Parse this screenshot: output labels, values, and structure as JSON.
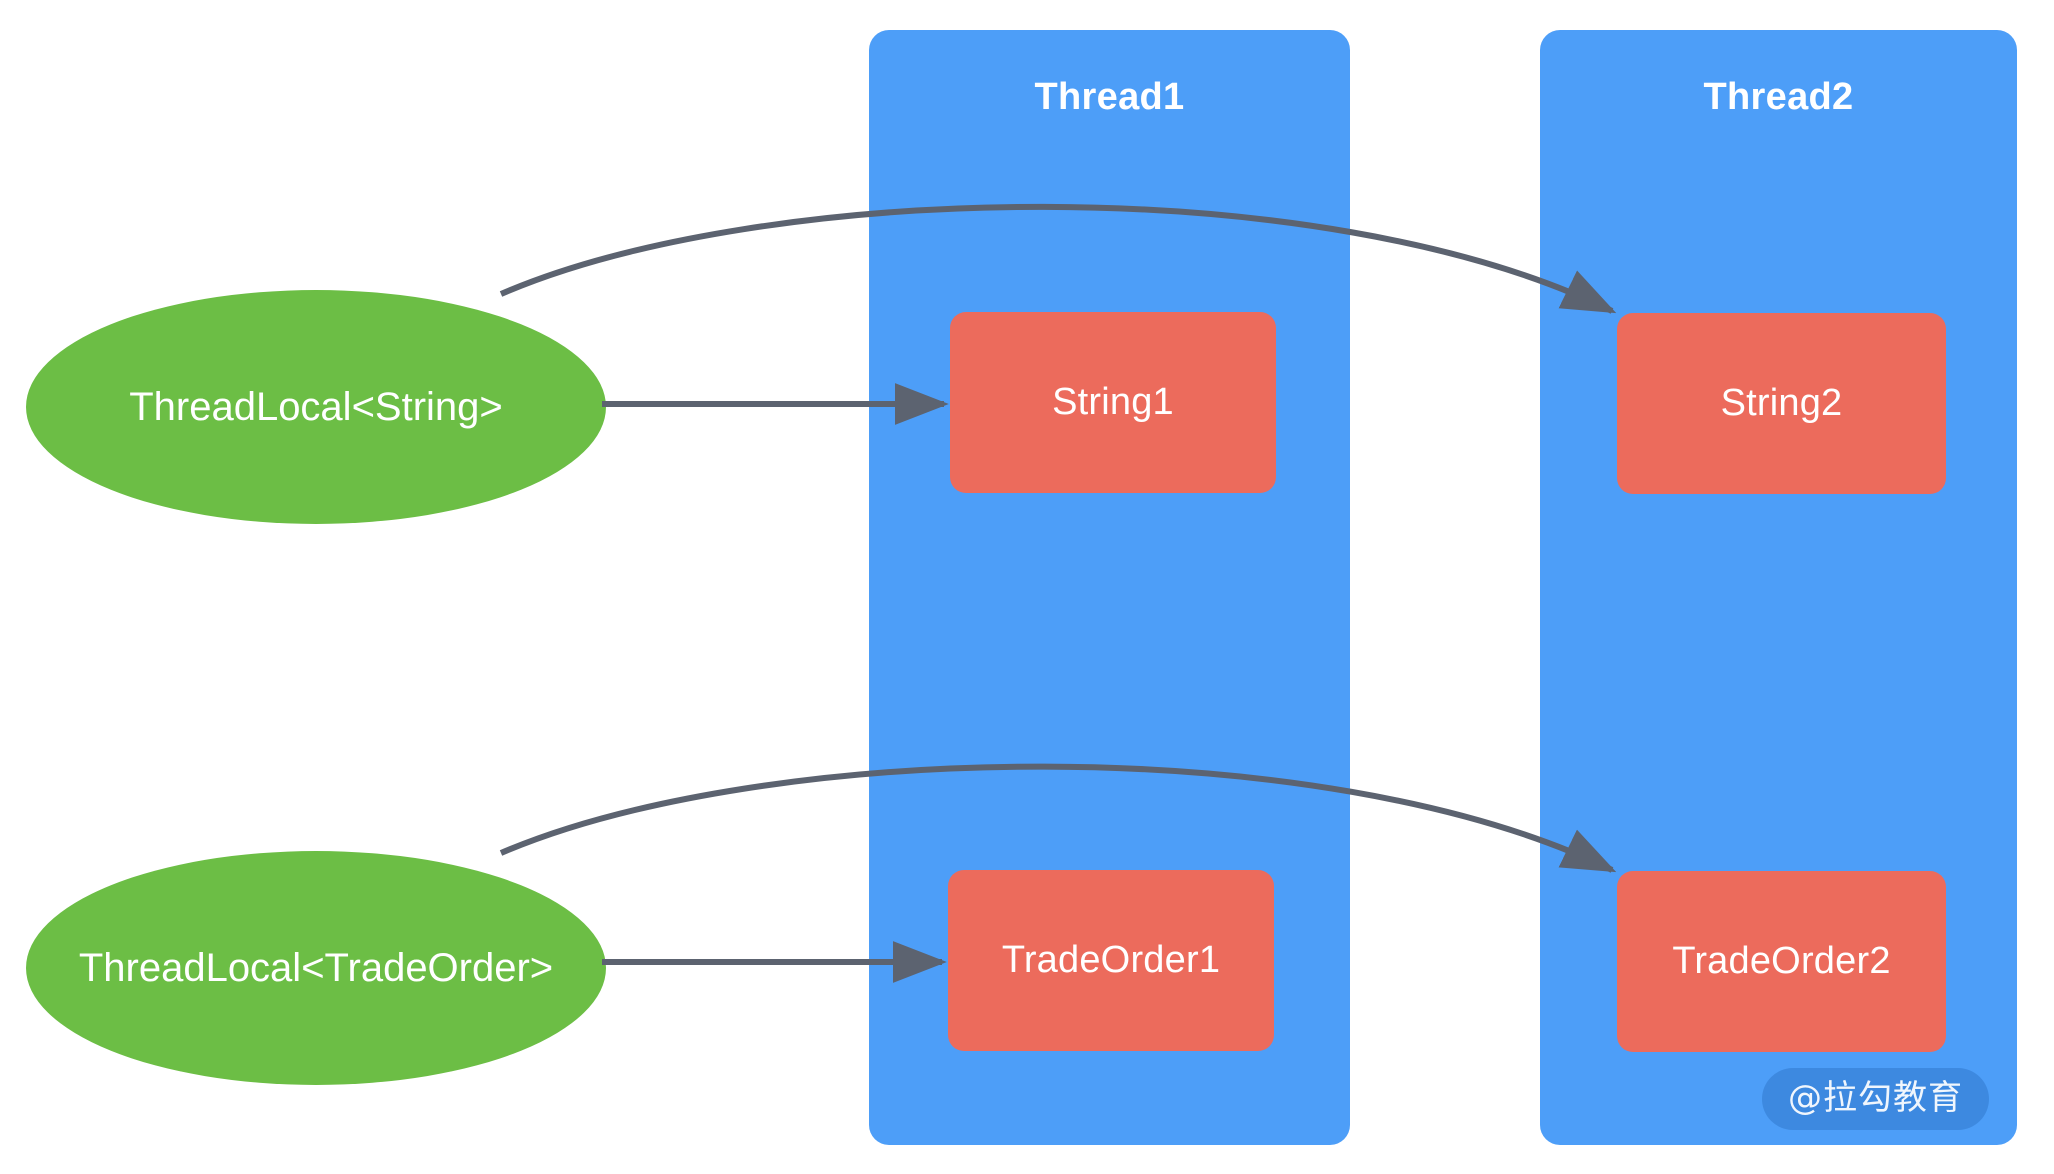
{
  "diagram": {
    "title": "ThreadLocal per-thread value isolation",
    "background": "#ffffff",
    "colors": {
      "thread_column": "#4d9ef8",
      "value_box": "#ec6b5c",
      "threadlocal_ellipse": "#6cbe45",
      "arrow": "#5c6370",
      "label_text": "#ffffff"
    }
  },
  "threads": [
    {
      "id": "thread1",
      "label": "Thread1"
    },
    {
      "id": "thread2",
      "label": "Thread2"
    }
  ],
  "threadlocals": [
    {
      "id": "tl-string",
      "label": "ThreadLocal<String>"
    },
    {
      "id": "tl-tradeorder",
      "label": "ThreadLocal<TradeOrder>"
    }
  ],
  "values": [
    {
      "id": "string1",
      "label": "String1",
      "thread": "thread1",
      "owner": "tl-string"
    },
    {
      "id": "string2",
      "label": "String2",
      "thread": "thread2",
      "owner": "tl-string"
    },
    {
      "id": "tradeorder1",
      "label": "TradeOrder1",
      "thread": "thread1",
      "owner": "tl-tradeorder"
    },
    {
      "id": "tradeorder2",
      "label": "TradeOrder2",
      "thread": "thread2",
      "owner": "tl-tradeorder"
    }
  ],
  "connectors": [
    {
      "id": "tl-string-to-string1",
      "from": "tl-string",
      "to": "string1",
      "style": "straight"
    },
    {
      "id": "tl-string-to-string2",
      "from": "tl-string",
      "to": "string2",
      "style": "curved"
    },
    {
      "id": "tl-tradeorder-to-tradeorder1",
      "from": "tl-tradeorder",
      "to": "tradeorder1",
      "style": "straight"
    },
    {
      "id": "tl-tradeorder-to-tradeorder2",
      "from": "tl-tradeorder",
      "to": "tradeorder2",
      "style": "curved"
    }
  ],
  "watermark": {
    "text": "@拉勾教育"
  }
}
